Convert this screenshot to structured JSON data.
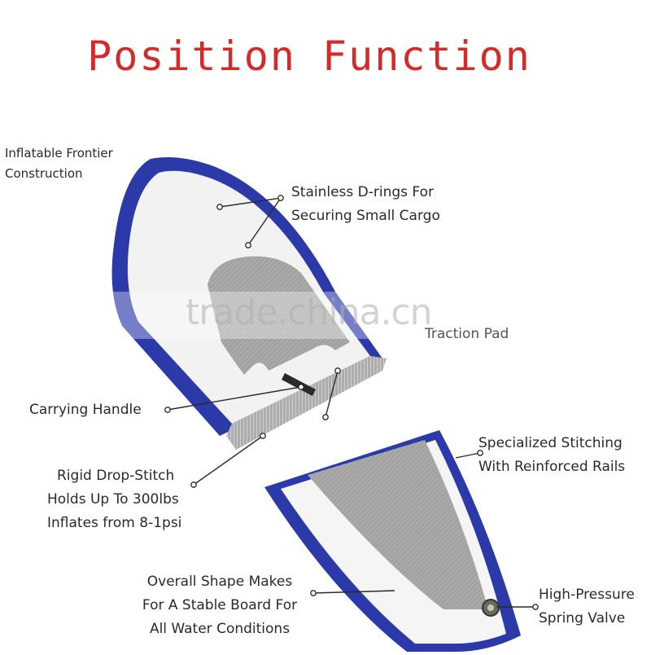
{
  "title": "Position Function",
  "labels": {
    "construction": [
      "Inflatable Frontier",
      "Construction"
    ],
    "d_rings": [
      "Stainless D-rings For",
      "Securing Small Cargo"
    ],
    "traction": "Traction Pad",
    "handle": "Carrying Handle",
    "drop_stitch": [
      "Rigid Drop-Stitch",
      "Holds Up To 300lbs",
      "Inflates from 8-1psi"
    ],
    "stitching": [
      "Specialized Stitching",
      "With Reinforced Rails"
    ],
    "shape": [
      "Overall Shape Makes",
      "For A Stable Board For",
      "All Water Conditions"
    ],
    "valve": [
      "High-Pressure",
      "Spring Valve"
    ]
  },
  "watermark": "trade.china.cn",
  "colors": {
    "title": "#d42a2a",
    "rail_blue": "#2b3aa8",
    "deck_white": "#f2f2f2",
    "pad_grey": "#a8a8a6",
    "text": "#2a2a2a"
  }
}
